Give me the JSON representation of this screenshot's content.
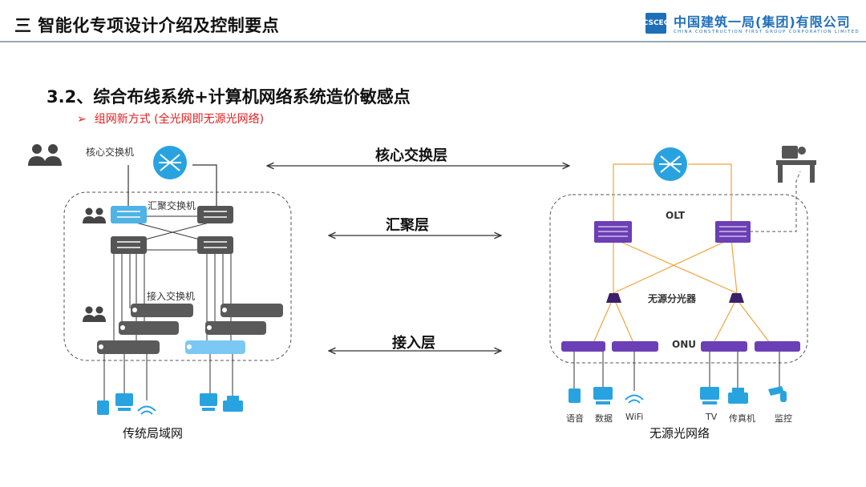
{
  "header": {
    "title": "三 智能化专项设计介绍及控制要点",
    "logo_mark": "CSCEC",
    "company_cn": "中国建筑一局(集团)有限公司",
    "company_en": "CHINA CONSTRUCTION FIRST GROUP CORPORATION LIMITED"
  },
  "section": {
    "title": "3.2、综合布线系统+计算机网络系统造价敏感点",
    "bullet_arrow": "➢",
    "bullet": "组网新方式 (全光网即无源光网络)"
  },
  "layers": {
    "core": "核心交换层",
    "aggregation": "汇聚层",
    "access": "接入层"
  },
  "left": {
    "core_switch": "核心交换机",
    "agg_switch": "汇聚交换机",
    "access_switch": "接入交换机",
    "caption": "传统局域网"
  },
  "right": {
    "olt": "OLT",
    "splitter": "无源分光器",
    "onu": "ONU",
    "devices": [
      "语音",
      "数据",
      "WiFi",
      "TV",
      "传真机",
      "监控"
    ],
    "caption": "无源光网络"
  },
  "colors": {
    "accent_blue": "#1f6fb8",
    "device_blue": "#29a3e0",
    "olt_purple": "#6b3fb5",
    "fiber_orange": "#f0a53a",
    "switch_gray": "#5a5a5a",
    "red": "#e02020"
  }
}
